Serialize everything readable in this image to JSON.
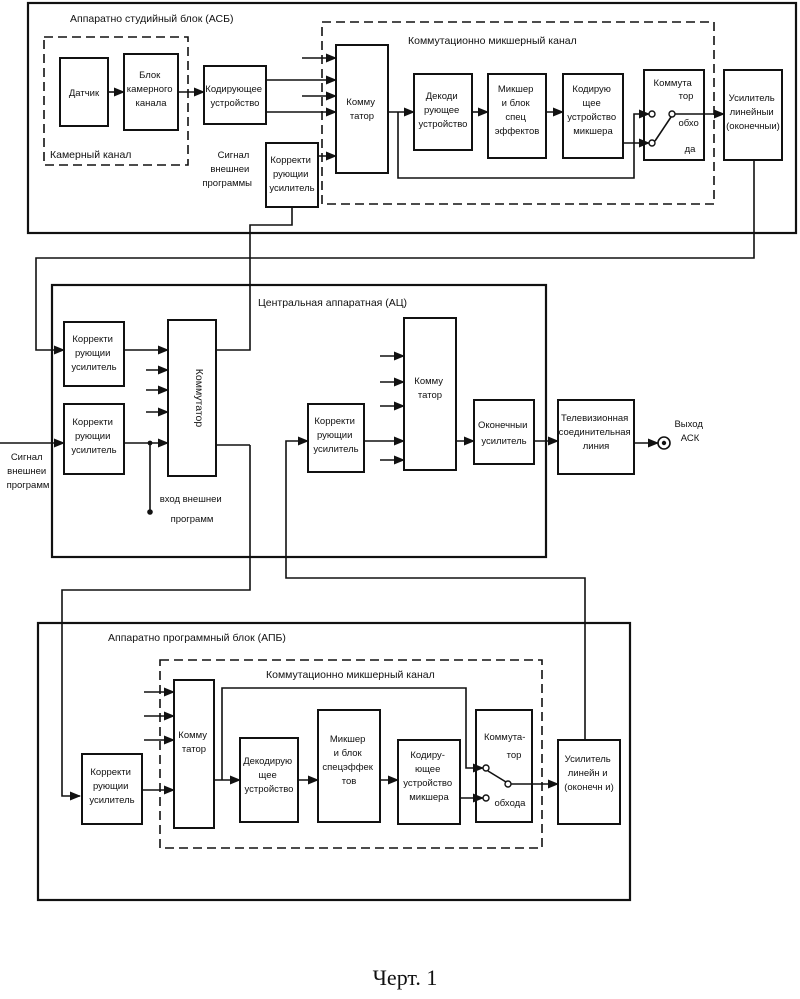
{
  "asb": {
    "title": "Аппаратно студийный блок (АСБ)",
    "camera_channel": "Камерный канал",
    "sensor": "Датчик",
    "camera_unit": [
      "Блок",
      "камерного",
      "канала"
    ],
    "coder": [
      "Кодирующее",
      "устройство"
    ],
    "ext_signal": [
      "Сигнал",
      "внешнеи",
      "программы"
    ],
    "corrector": [
      "Корректи",
      "рующии",
      "усилитель"
    ],
    "mix_channel": "Коммутационно микшерный канал",
    "switcher": [
      "Комму",
      "татор"
    ],
    "decoder": [
      "Декоди",
      "рующее",
      "устройство"
    ],
    "mixer": [
      "Микшер",
      "и блок",
      "спец",
      "эффектов"
    ],
    "mixer_coder": [
      "Кодирую",
      "щее",
      "устройство",
      "микшера"
    ],
    "bypass": [
      "Коммута",
      "тор",
      "обхо",
      "да"
    ],
    "line_amp": [
      "Усилитель",
      "линейныи",
      "(оконечныи)"
    ]
  },
  "ac": {
    "title": "Центральная аппаратная (АЦ)",
    "corrector_1": [
      "Корректи",
      "рующии",
      "усилитель"
    ],
    "corrector_2": [
      "Корректи",
      "рующии",
      "усилитель"
    ],
    "switcher_1": "Коммутатор",
    "ext_signal": [
      "Сигнал",
      "внешнеи",
      "программ"
    ],
    "ext_input": [
      "вход внешнеи",
      "программ"
    ],
    "corrector_3": [
      "Корректи",
      "рующии",
      "усилитель"
    ],
    "switcher_2": [
      "Комму",
      "татор"
    ],
    "final_amp": [
      "Оконечныи",
      "усилитель"
    ],
    "tv_line": [
      "Телевизионная",
      "соединительная",
      "линия"
    ],
    "output": [
      "Выход",
      "АСК"
    ]
  },
  "apb": {
    "title": "Аппаратно программный блок (АПБ)",
    "mix_channel": "Коммутационно микшерный канал",
    "corrector": [
      "Корректи",
      "рующии",
      "усилитель"
    ],
    "switcher": [
      "Комму",
      "татор"
    ],
    "decoder": [
      "Декодирую",
      "щее",
      "устройство"
    ],
    "mixer": [
      "Микшер",
      "и блок",
      "спецэффек",
      "тов"
    ],
    "mixer_coder": [
      "Кодиру-",
      "ющее",
      "устройство",
      "микшера"
    ],
    "bypass": [
      "Коммута-",
      "тор",
      "обхода"
    ],
    "line_amp": [
      "Усилитель",
      "линейн и",
      "(оконечн и)"
    ]
  },
  "caption": "Черт. 1"
}
